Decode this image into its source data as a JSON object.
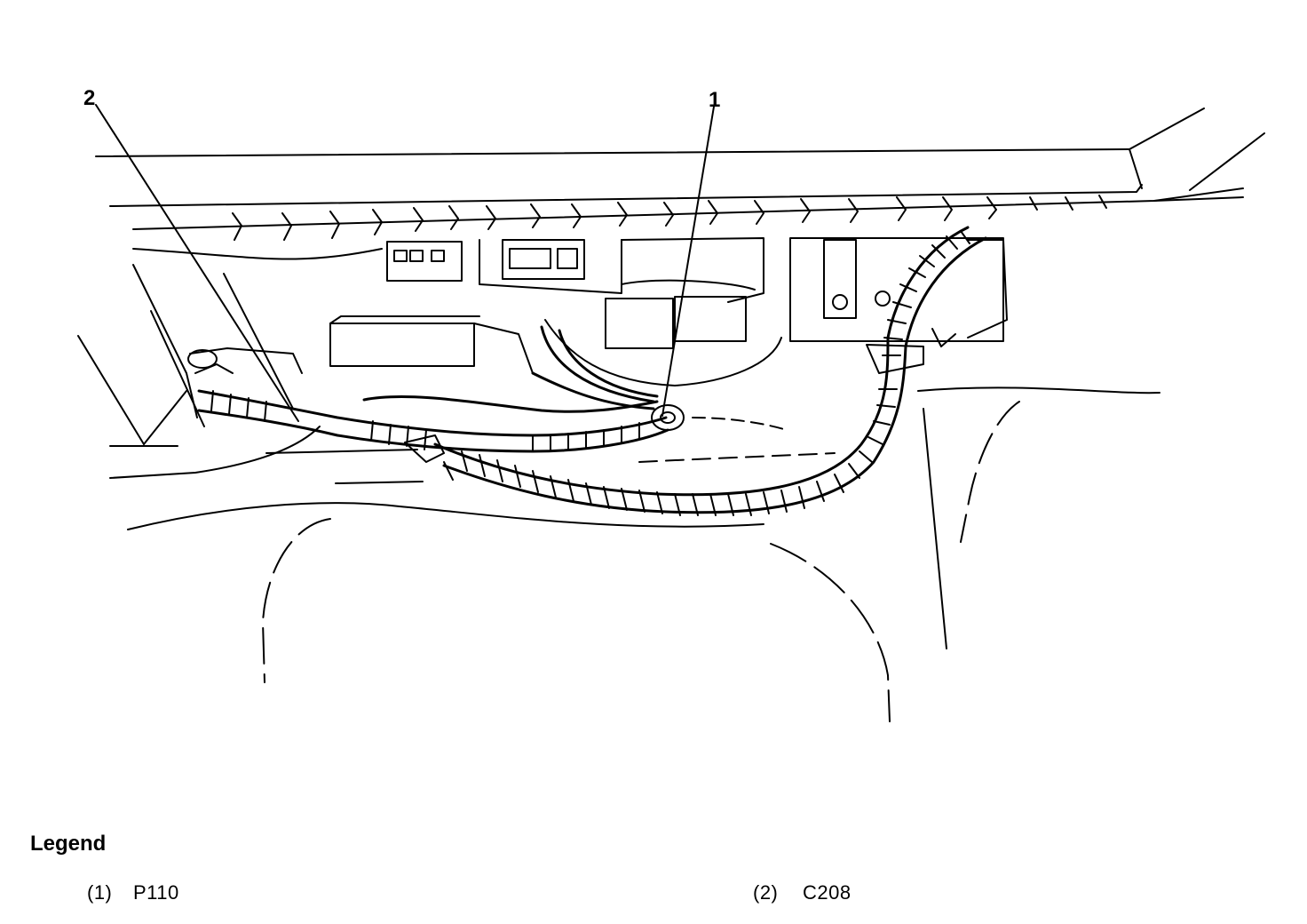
{
  "callouts": [
    {
      "id": "1",
      "label": "1"
    },
    {
      "id": "2",
      "label": "2"
    }
  ],
  "legend": {
    "title": "Legend",
    "items": [
      {
        "number": "(1)",
        "label": "P110"
      },
      {
        "number": "(2)",
        "label": "C208"
      }
    ]
  }
}
